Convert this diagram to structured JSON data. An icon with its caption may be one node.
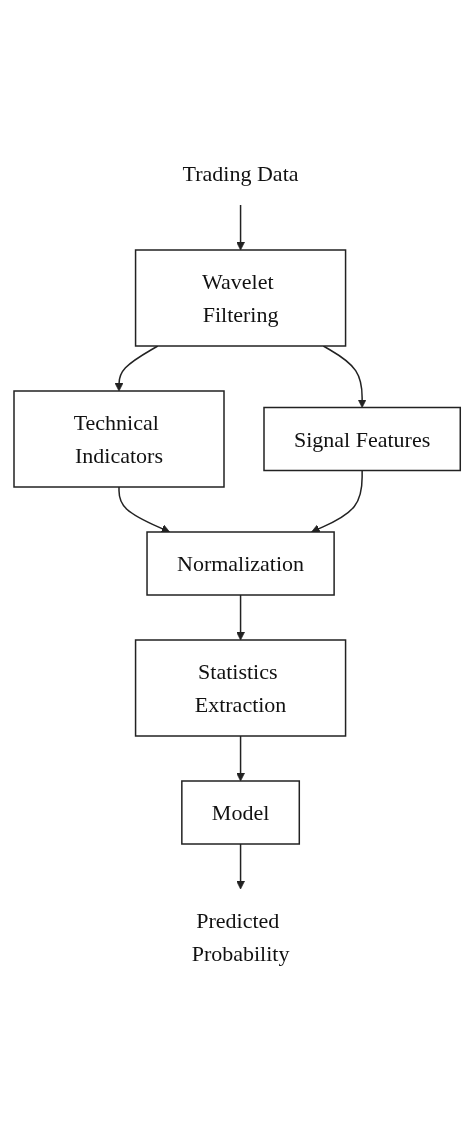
{
  "diagram": {
    "nodes": [
      {
        "text": [
          "Trading Data"
        ]
      },
      {
        "text": [
          "Wavelet Filtering"
        ]
      },
      {
        "text": [
          "Technical Indicators"
        ]
      },
      {
        "text": [
          "Signal Features"
        ]
      },
      {
        "text": [
          "Normalization"
        ]
      },
      {
        "text": [
          "Statistics Extraction"
        ]
      },
      {
        "text": [
          "Model"
        ]
      },
      {
        "text": [
          "Predicted Probability"
        ]
      }
    ],
    "edges": [
      {
        "from": 0,
        "to": 1,
        "arrow": "to"
      },
      {
        "from": 1,
        "to": 2,
        "arrow": "to"
      },
      {
        "from": 1,
        "to": 3,
        "arrow": "to"
      },
      {
        "from": 2,
        "to": 4,
        "arrow": "to"
      },
      {
        "from": 3,
        "to": 4,
        "arrow": "to"
      },
      {
        "from": 4,
        "to": 5,
        "arrow": "to"
      },
      {
        "from": 5,
        "to": 6,
        "arrow": "to"
      },
      {
        "from": 6,
        "to": 7,
        "arrow": "to"
      }
    ]
  }
}
